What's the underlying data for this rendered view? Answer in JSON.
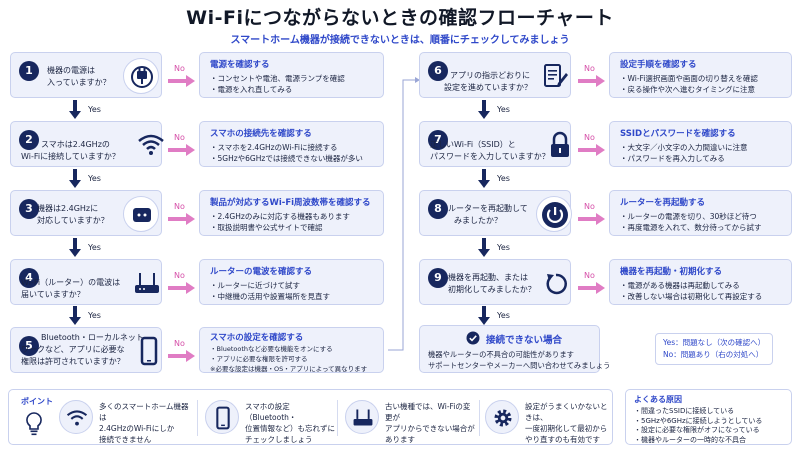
{
  "title": "Wi-Fiにつながらないときの確認フローチャート",
  "subtitle": "スマートホーム機器が接続できないときは、順番にチェックしてみましょう",
  "labels": {
    "yes": "Yes",
    "no": "No"
  },
  "steps": [
    {
      "num": "1",
      "question": [
        "機器の電源は",
        "入っていますか？"
      ],
      "icon": "power-plug-icon",
      "solution": {
        "title": "電源を確認する",
        "items": [
          "・コンセントや電池、電源ランプを確認",
          "・電源を入れ直してみる"
        ]
      }
    },
    {
      "num": "2",
      "question": [
        "スマホは2.4GHzの",
        "Wi-Fiに接続していますか？"
      ],
      "icon": "wifi-icon",
      "solution": {
        "title": "スマホの接続先を確認する",
        "items": [
          "・スマホを2.4GHzのWi-Fiに接続する",
          "・5GHzや6GHzでは接続できない機器が多い"
        ]
      }
    },
    {
      "num": "3",
      "question": [
        "機器は2.4GHzに",
        "対応していますか？"
      ],
      "icon": "device-icon",
      "solution": {
        "title": "製品が対応するWi-Fi周波数帯を確認する",
        "items": [
          "・2.4GHzのみに対応する機器もあります",
          "・取扱説明書や公式サイトで確認"
        ]
      }
    },
    {
      "num": "4",
      "question": [
        "Wi-Fi（ルーター）の電波は",
        "届いていますか？"
      ],
      "icon": "router-icon",
      "solution": {
        "title": "ルーターの電波を確認する",
        "items": [
          "・ルーターに近づけて試す",
          "・中継機の活用や設置場所を見直す"
        ]
      }
    },
    {
      "num": "5",
      "question": [
        "Bluetooth・ローカルネット",
        "ワークなど、アプリに必要な",
        "権限は許可されていますか？"
      ],
      "icon": "smartphone-icon",
      "solution": {
        "title": "スマホの設定を確認する",
        "items": [
          "・Bluetoothなど必要な機能をオンにする",
          "・アプリに必要な権限を許可する",
          "※必要な設定は機器・OS・アプリによって異なります"
        ]
      }
    },
    {
      "num": "6",
      "question": [
        "アプリの指示どおりに",
        "設定を進めていますか？"
      ],
      "icon": "document-edit-icon",
      "solution": {
        "title": "設定手順を確認する",
        "items": [
          "・Wi-Fi選択画面や画面の切り替えを確認",
          "・戻る操作や次へ進むタイミングに注意"
        ]
      }
    },
    {
      "num": "7",
      "question": [
        "正しいWi-Fi（SSID）と",
        "パスワードを入力していますか？"
      ],
      "icon": "lock-icon",
      "solution": {
        "title": "SSIDとパスワードを確認する",
        "items": [
          "・大文字／小文字の入力間違いに注意",
          "・パスワードを再入力してみる"
        ]
      }
    },
    {
      "num": "8",
      "question": [
        "ルーターを再起動して",
        "みましたか？"
      ],
      "icon": "power-button-icon",
      "solution": {
        "title": "ルーターを再起動する",
        "items": [
          "・ルーターの電源を切り、30秒ほど待つ",
          "・再度電源を入れて、数分待ってから試す"
        ]
      }
    },
    {
      "num": "9",
      "question": [
        "機器を再起動、または",
        "初期化してみましたか？"
      ],
      "icon": "restart-icon",
      "solution": {
        "title": "機器を再起動・初期化する",
        "items": [
          "・電源がある機器は再起動してみる",
          "・改善しない場合は初期化して再設定する"
        ]
      }
    }
  ],
  "final": {
    "title": "接続できない場合",
    "lines": [
      "機器やルーターの不具合の可能性があります",
      "サポートセンターやメーカーへ問い合わせてみましょう"
    ]
  },
  "legend": [
    "Yes：問題なし（次の確認へ）",
    "No：問題あり（右の対処へ）"
  ],
  "points": {
    "title": "ポイント",
    "items": [
      {
        "icon": "wifi-icon",
        "lines": [
          "多くのスマートホーム機器は",
          "2.4GHzのWi-Fiにしか",
          "接続できません"
        ]
      },
      {
        "icon": "smartphone-icon",
        "lines": [
          "スマホの設定（Bluetooth・",
          "位置情報など）も忘れずに",
          "チェックしましょう"
        ]
      },
      {
        "icon": "router-icon",
        "lines": [
          "古い機種では、Wi-Fiの変更が",
          "アプリからできない場合が",
          "あります"
        ]
      },
      {
        "icon": "gear-icon",
        "lines": [
          "設定がうまくいかないときは、",
          "一度初期化して最初から",
          "やり直すのも有効です"
        ]
      }
    ]
  },
  "causes": {
    "title": "よくある原因",
    "items": [
      "・間違ったSSIDに接続している",
      "・5GHzや6GHzに接続しようとしている",
      "・設定に必要な権限がオフになっている",
      "・機器やルーターの一時的な不具合"
    ]
  }
}
